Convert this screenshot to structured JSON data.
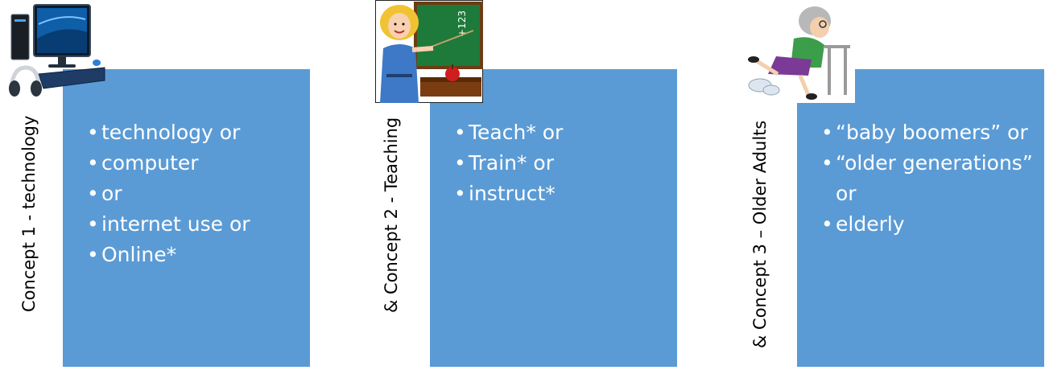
{
  "concepts": [
    {
      "label": "Concept 1 - technology",
      "image": "computer-icon",
      "items": [
        "technology or",
        "computer",
        "or",
        "internet use or",
        "Online*"
      ]
    },
    {
      "label": "& Concept 2 - Teaching",
      "image": "teacher-icon",
      "items": [
        "Teach* or",
        "Train* or",
        "instruct*"
      ]
    },
    {
      "label": "& Concept 3 – Older Adults",
      "image": "elderly-woman-icon",
      "items": [
        "“baby boomers” or",
        "“older generations” or",
        "elderly"
      ]
    }
  ],
  "colors": {
    "box": "#5b9bd5",
    "box_text": "#ffffff"
  }
}
